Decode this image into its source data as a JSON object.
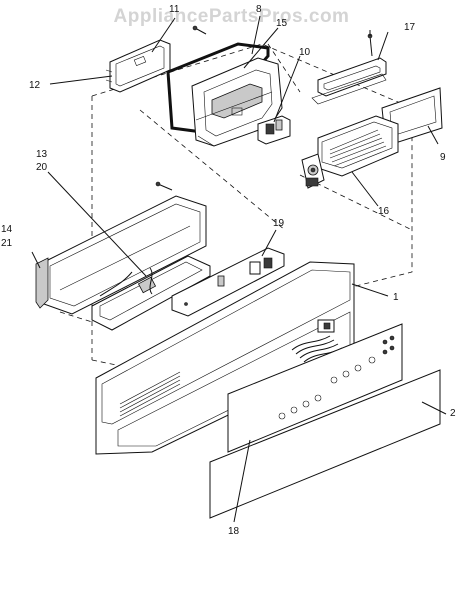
{
  "watermark": "AppliancePartsPros.com",
  "callouts": [
    "1",
    "2",
    "8",
    "9",
    "10",
    "11",
    "12",
    "13",
    "14",
    "15",
    "16",
    "17",
    "18",
    "19",
    "20",
    "21"
  ]
}
